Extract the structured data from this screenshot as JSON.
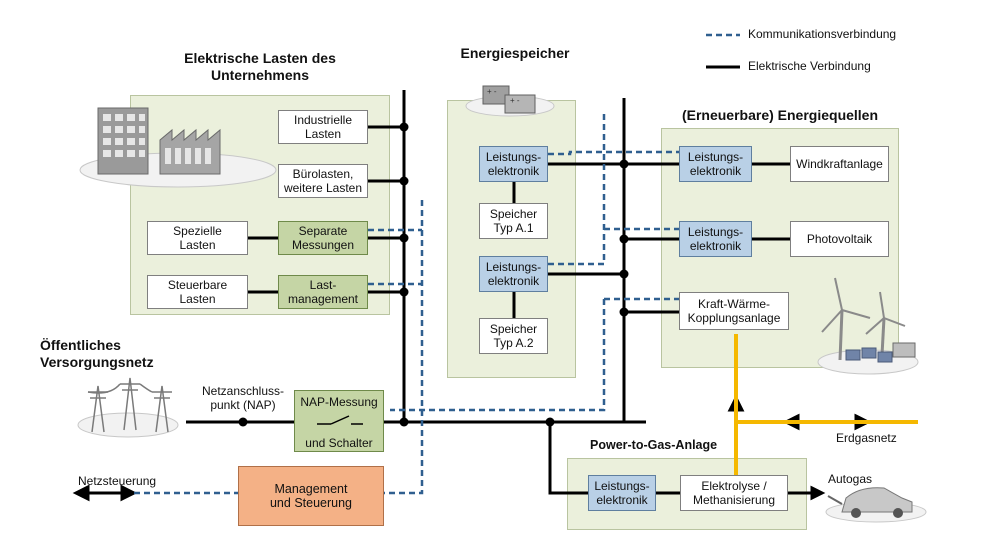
{
  "legend": {
    "communication": "Kommunikationsverbindung",
    "electrical": "Elektrische Verbindung"
  },
  "sections": {
    "loads_title": "Elektrische Lasten des\nUnternehmens",
    "storage_title": "Energiespeicher",
    "sources_title": "(Erneuerbare) Energiequellen",
    "grid_title": "Öffentliches\nVersorgungsnetz",
    "p2g_title": "Power-to-Gas-Anlage"
  },
  "loads": {
    "industrial": "Industrielle\nLasten",
    "office": "Bürolasten,\nweitere Lasten",
    "special": "Spezielle\nLasten",
    "separate": "Separate\nMessungen",
    "controllable": "Steuerbare\nLasten",
    "loadmgmt": "Last-\nmanagement"
  },
  "storage": {
    "pe1": "Leistungs-\nelektronik",
    "type1": "Speicher\nTyp A.1",
    "pe2": "Leistungs-\nelektronik",
    "type2": "Speicher\nTyp A.2"
  },
  "sources": {
    "pe1": "Leistungs-\nelektronik",
    "wind": "Windkraftanlage",
    "pe2": "Leistungs-\nelektronik",
    "pv": "Photovoltaik",
    "chp": "Kraft-Wärme-\nKopplungsanlage"
  },
  "grid": {
    "nap_label": "Netzanschluss-\npunkt (NAP)",
    "nap_box_line1": "NAP-Messung",
    "nap_box_line2": "und Schalter",
    "netzsteuerung": "Netzsteuerung",
    "management": "Management\nund Steuerung"
  },
  "p2g": {
    "pe": "Leistungs-\nelektronik",
    "electrolysis": "Elektrolyse /\nMethanisierung",
    "erdgasnetz": "Erdgasnetz",
    "autogas": "Autogas"
  },
  "colors": {
    "panel": "#ebf0dc",
    "power_electronics": "#b9d0e6",
    "measurement": "#c5d5a5",
    "management": "#f4b186",
    "communication_line": "#2f5f8f",
    "gas_line": "#f5b800"
  }
}
